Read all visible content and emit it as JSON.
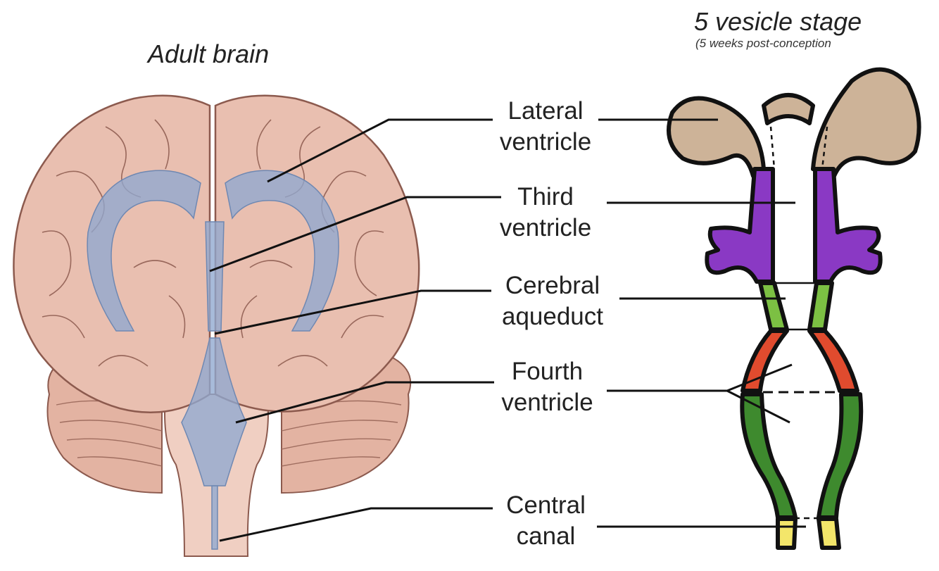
{
  "titles": {
    "adult": "Adult brain",
    "vesicle": "5 vesicle stage",
    "vesicle_sub": "(5 weeks post-conception"
  },
  "labels": [
    {
      "id": "lateral-ventricle",
      "line1": "Lateral",
      "line2": "ventricle"
    },
    {
      "id": "third-ventricle",
      "line1": "Third",
      "line2": "ventricle"
    },
    {
      "id": "cerebral-aqueduct",
      "line1": "Cerebral",
      "line2": "aqueduct"
    },
    {
      "id": "fourth-ventricle",
      "line1": "Fourth",
      "line2": "ventricle"
    },
    {
      "id": "central-canal",
      "line1": "Central",
      "line2": "canal"
    }
  ],
  "colors": {
    "brain_tissue": "#e9bfb0",
    "brain_outline": "#8c5a4e",
    "ventricle_blue": "#8fa8cf",
    "lateral_tan": "#cdb398",
    "third_purple": "#8a39c4",
    "aqueduct_lightgreen": "#7cc043",
    "fourth_red": "#e04b2e",
    "fourth_green": "#3e8a2e",
    "canal_yellow": "#f3e66a",
    "outline": "#111111"
  }
}
